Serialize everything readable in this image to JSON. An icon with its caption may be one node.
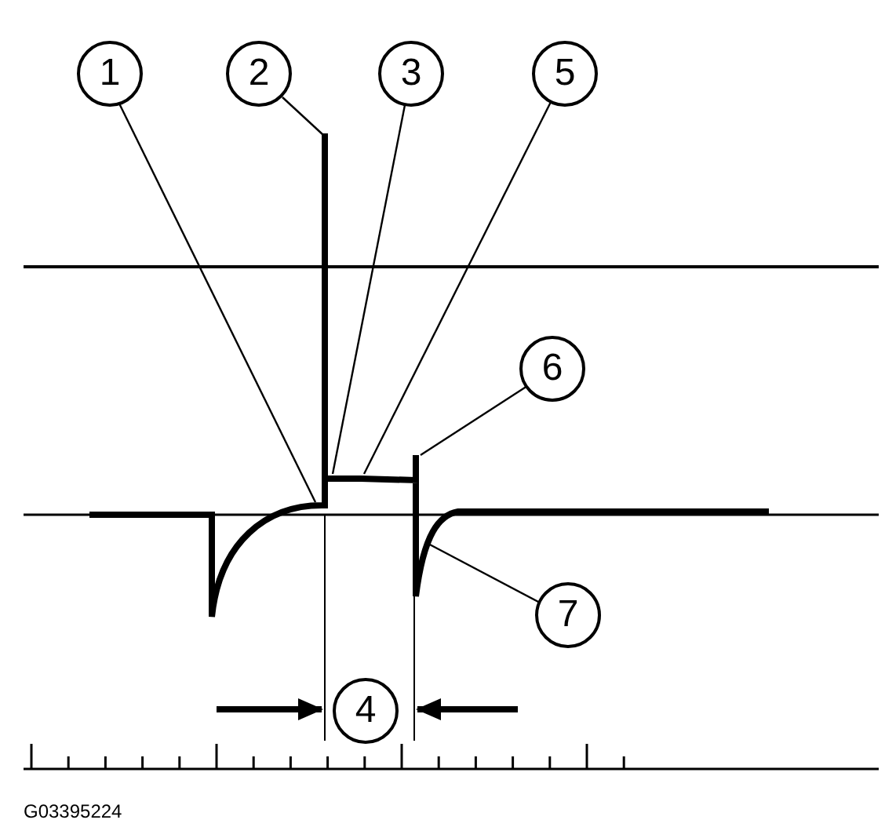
{
  "diagram": {
    "nodes": [
      {
        "text": [
          "1"
        ]
      },
      {
        "text": [
          "2"
        ]
      },
      {
        "text": [
          "3"
        ]
      },
      {
        "text": [
          "5"
        ]
      },
      {
        "text": [
          "6"
        ]
      },
      {
        "text": [
          "7"
        ]
      },
      {
        "text": [
          "4"
        ]
      }
    ],
    "edges": [
      {
        "from": 0,
        "to": null,
        "arrow": "none"
      },
      {
        "from": 1,
        "to": null,
        "arrow": "none"
      },
      {
        "from": 2,
        "to": null,
        "arrow": "none"
      },
      {
        "from": 3,
        "to": null,
        "arrow": "none"
      },
      {
        "from": 4,
        "to": null,
        "arrow": "none"
      },
      {
        "from": 5,
        "to": null,
        "arrow": "none"
      }
    ],
    "labels": [
      "G03395224"
    ]
  }
}
